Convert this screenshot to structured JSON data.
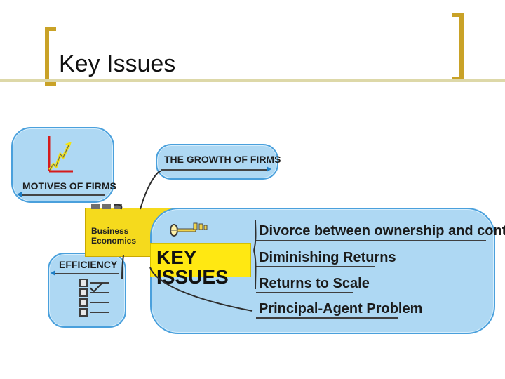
{
  "slide": {
    "title": "Key Issues"
  },
  "diagram": {
    "center_label": "Business Economics",
    "nodes": {
      "motives": "MOTIVES OF FIRMS",
      "growth": "THE GROWTH OF FIRMS",
      "efficiency": "EFFICIENCY",
      "key_issues": "KEY ISSUES"
    },
    "issues": [
      "Divorce between ownership and control",
      "Diminishing Returns",
      "Returns to Scale",
      "Principal-Agent Problem"
    ]
  },
  "colors": {
    "accent_gold": "#c9a227",
    "cloud_blue": "#aed8f3",
    "cloud_border": "#4aa0dc",
    "highlight_yellow": "#ffe812"
  },
  "icons": {
    "motives": "chart-icon",
    "efficiency": "checklist-icon",
    "key": "key-icon"
  }
}
